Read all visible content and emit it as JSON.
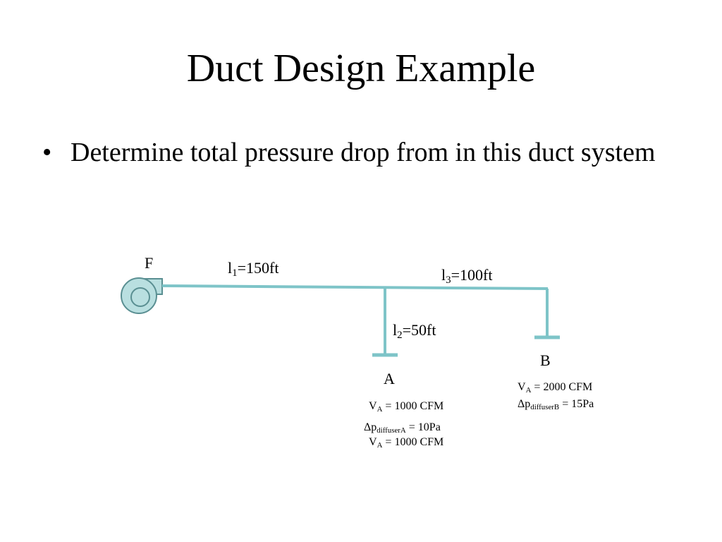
{
  "slide": {
    "title": "Duct Design Example",
    "bullets": [
      "Determine total pressure drop from in this duct system"
    ]
  },
  "diagram": {
    "colors": {
      "duct": "#7ec4c8",
      "fan_fill": "#b9dfe0",
      "fan_stroke": "#5a8f92"
    },
    "labels": {
      "fan": "F",
      "l1": {
        "letter": "l",
        "sub": "1",
        "value": "=150ft"
      },
      "l2": {
        "letter": "l",
        "sub": "2",
        "value": "=50ft"
      },
      "l3": {
        "letter": "l",
        "sub": "3",
        "value": "=100ft"
      },
      "outlet_a": "A",
      "outlet_b": "B"
    },
    "notes_a": {
      "flow1": {
        "symbol": "V",
        "sub": "A",
        "text": " = 1000 CFM"
      },
      "drop": {
        "symbol": "Δp",
        "sub": "diffuserA",
        "text": " = 10Pa"
      },
      "flow2": {
        "symbol": "V",
        "sub": "A",
        "text": " = 1000 CFM"
      }
    },
    "notes_b": {
      "flow": {
        "symbol": "V",
        "sub": "A",
        "text": " = 2000 CFM"
      },
      "drop": {
        "symbol": "Δp",
        "sub": "diffuserB",
        "text": " = 15Pa"
      }
    }
  }
}
